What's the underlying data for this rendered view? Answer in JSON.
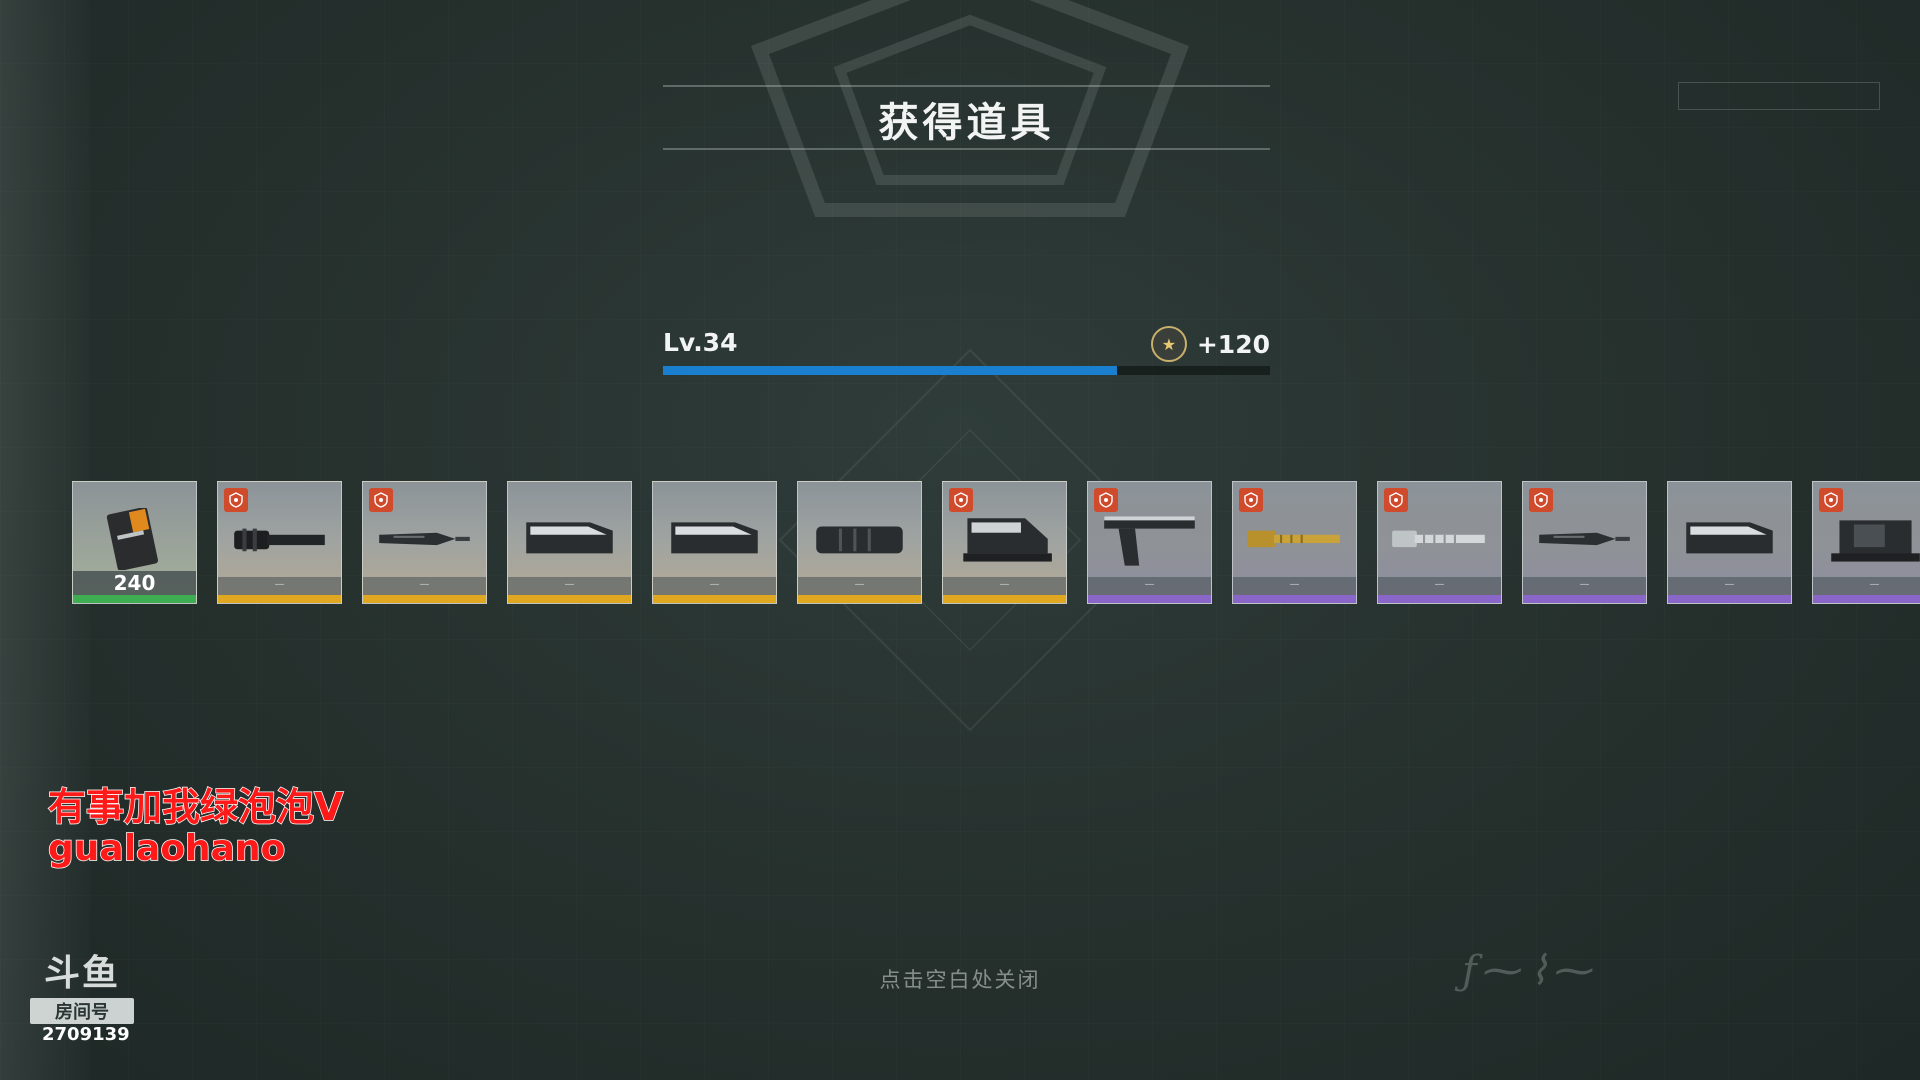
{
  "header": {
    "title": "获得道具"
  },
  "progress": {
    "level_label": "Lv.34",
    "exp_gain": "+120",
    "fill_percent": 74.8
  },
  "items": [
    {
      "icon": "magazine-box-icon",
      "quantity": "240",
      "rarity": "green",
      "badge": false
    },
    {
      "icon": "flashlight-icon",
      "label": "—",
      "rarity": "gold",
      "badge": true
    },
    {
      "icon": "muzzle-brake-icon",
      "label": "—",
      "rarity": "gold",
      "badge": true
    },
    {
      "icon": "handguard-icon",
      "label": "—",
      "rarity": "gold",
      "badge": false
    },
    {
      "icon": "handguard-icon",
      "label": "—",
      "rarity": "gold",
      "badge": false
    },
    {
      "icon": "suppressor-icon",
      "label": "—",
      "rarity": "gold",
      "badge": false
    },
    {
      "icon": "scope-mount-icon",
      "label": "—",
      "rarity": "gold",
      "badge": true
    },
    {
      "icon": "foregrip-icon",
      "label": "—",
      "rarity": "purple",
      "badge": true
    },
    {
      "icon": "gold-barrel-icon",
      "label": "—",
      "rarity": "purple",
      "badge": true
    },
    {
      "icon": "barrel-icon",
      "label": "—",
      "rarity": "purple",
      "badge": true
    },
    {
      "icon": "muzzle-brake-icon",
      "label": "—",
      "rarity": "purple",
      "badge": true
    },
    {
      "icon": "handguard-icon",
      "label": "—",
      "rarity": "purple",
      "badge": false
    },
    {
      "icon": "red-dot-sight-icon",
      "label": "—",
      "rarity": "purple",
      "badge": true
    }
  ],
  "rarity_colors": {
    "green": "#3fae52",
    "gold": "#e0a820",
    "purple": "#8a66c8"
  },
  "footer": {
    "close_hint": "点击空白处关闭"
  },
  "overlay": {
    "line1": "有事加我绿泡泡V",
    "line2": "gualaohano"
  },
  "watermark": {
    "logo": "斗鱼",
    "room_label": "房间号",
    "room_number": "2709139"
  }
}
